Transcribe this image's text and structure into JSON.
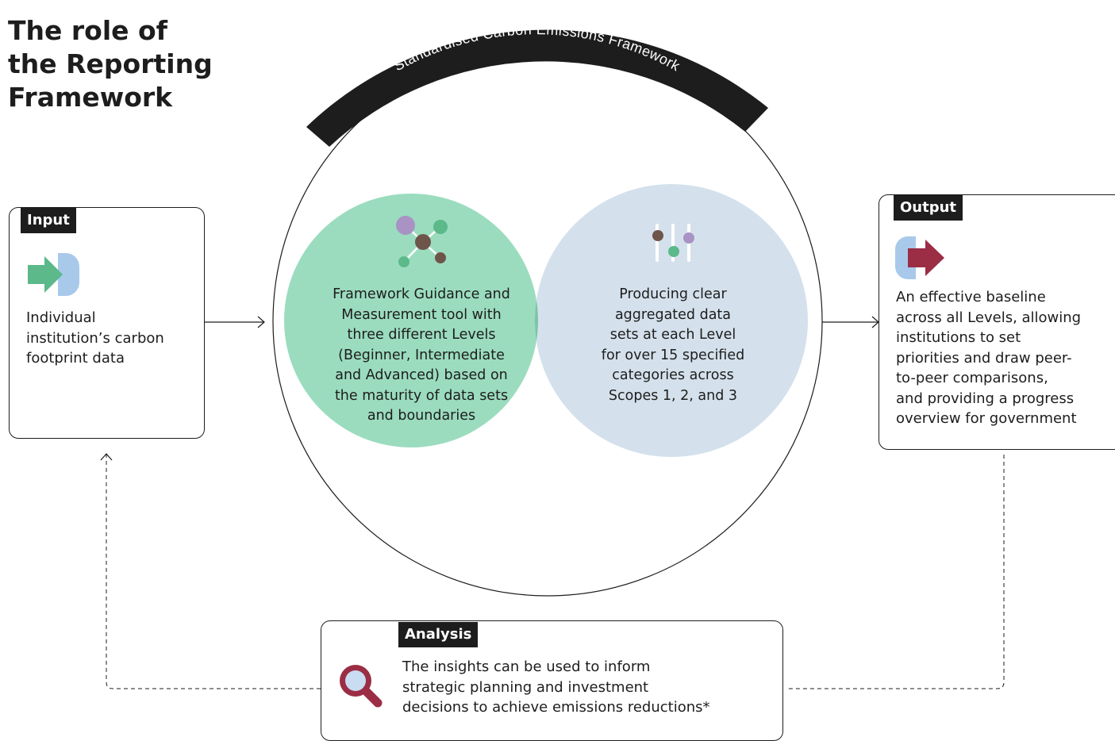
{
  "title": [
    "The role of",
    "the Reporting",
    "Framework"
  ],
  "framework_arc_label": "Standardised Carbon Emissions Framework",
  "input": {
    "tag": "Input",
    "text": [
      "Individual",
      "institution’s carbon",
      "footprint data"
    ],
    "icon": "arrow-into-shape-icon"
  },
  "output": {
    "tag": "Output",
    "text": [
      "An effective baseline",
      "across all Levels, allowing",
      "institutions to set",
      "priorities and draw peer-",
      "to-peer comparisons,",
      "and providing a progress",
      "overview for government"
    ],
    "icon": "arrow-out-of-shape-icon"
  },
  "analysis": {
    "tag": "Analysis",
    "text": [
      "The insights can be used to inform",
      "strategic planning and investment",
      "decisions to achieve emissions reductions*"
    ],
    "icon": "magnifying-glass-icon"
  },
  "venn": {
    "left": {
      "text": [
        "Framework Guidance and",
        "Measurement tool with",
        "three different Levels",
        "(Beginner, Intermediate",
        "and Advanced) based on",
        "the maturity of data sets",
        "and boundaries"
      ],
      "icon": "network-nodes-icon"
    },
    "right": {
      "text": [
        "Producing clear",
        "aggregated data",
        "sets at each Level",
        "for over 15 specified",
        "categories across",
        "Scopes 1, 2, and 3"
      ],
      "icon": "slider-controls-icon"
    }
  },
  "colors": {
    "green": "#9bdcbf",
    "blue": "#d4e1ec",
    "overlap": "#7cc4a6",
    "dark": "#1d1d1d",
    "accent_green": "#5bb98a",
    "accent_blue": "#a8c9ea",
    "accent_maroon": "#9b2d45",
    "purple": "#a893c4",
    "brown": "#6e554a"
  }
}
